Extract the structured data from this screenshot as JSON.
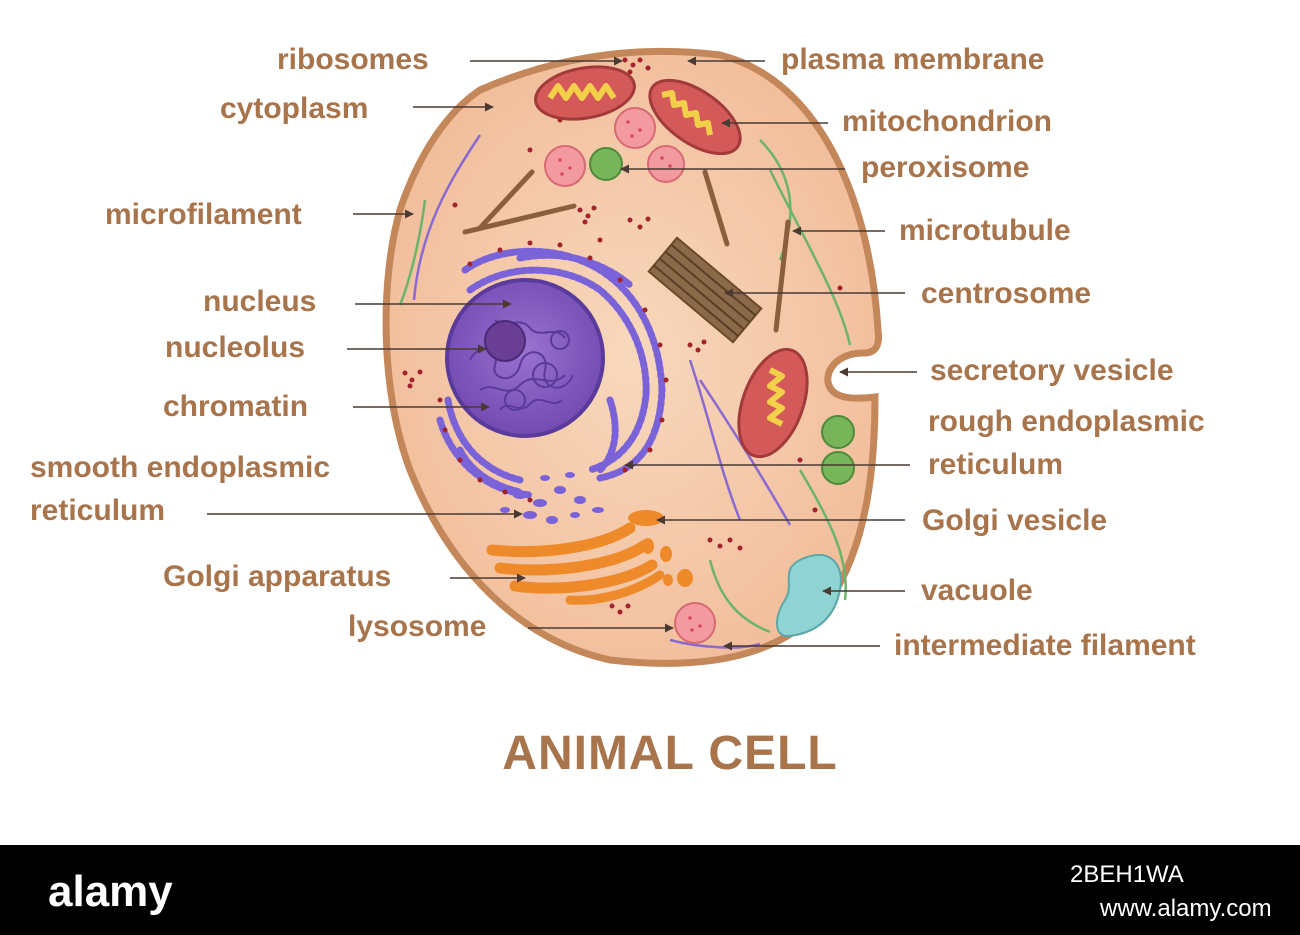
{
  "title": "ANIMAL CELL",
  "labels": {
    "ribosomes": "ribosomes",
    "plasma_membrane": "plasma membrane",
    "cytoplasm": "cytoplasm",
    "mitochondrion": "mitochondrion",
    "peroxisome": "peroxisome",
    "microfilament": "microfilament",
    "microtubule": "microtubule",
    "nucleus": "nucleus",
    "centrosome": "centrosome",
    "nucleolus": "nucleolus",
    "secretory_vesicle": "secretory vesicle",
    "chromatin": "chromatin",
    "rough_er_1": "rough endoplasmic",
    "rough_er_2": "reticulum",
    "smooth_er_1": "smooth endoplasmic",
    "smooth_er_2": "reticulum",
    "golgi_vesicle": "Golgi vesicle",
    "golgi_apparatus": "Golgi apparatus",
    "vacuole": "vacuole",
    "lysosome": "lysosome",
    "intermediate_filament": "intermediate filament"
  },
  "watermark": {
    "logo": "alamy",
    "image_code": "2BEH1WA",
    "url": "www.alamy.com"
  },
  "colors": {
    "label_text": "#a8744c",
    "cytoplasm": "#f5c5a4",
    "membrane": "#c4875a",
    "nucleus": "#8a5cc4",
    "golgi": "#ee8a2a",
    "vacuole": "#8fd3d3",
    "peroxisome": "#78b45a",
    "mitochondrion": "#d45a5a",
    "footer": "#000000"
  }
}
